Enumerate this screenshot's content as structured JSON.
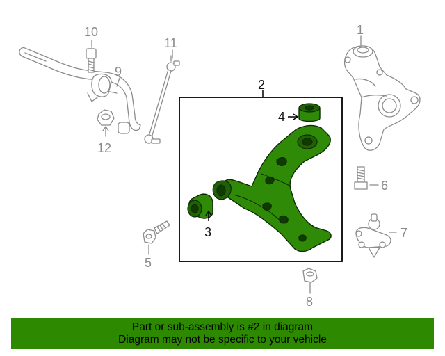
{
  "diagram": {
    "callouts": [
      "1",
      "2",
      "3",
      "4",
      "5",
      "6",
      "7",
      "8",
      "9",
      "10",
      "11",
      "12"
    ],
    "highlighted_part": "2",
    "colors": {
      "highlight": "#2f8a07",
      "outline": "#8c8c8c",
      "box": "#000000"
    }
  },
  "footer": {
    "line1": "Part or sub-assembly is #2 in diagram",
    "line2": "Diagram may not be specific to your vehicle",
    "background": "#2d8900"
  }
}
